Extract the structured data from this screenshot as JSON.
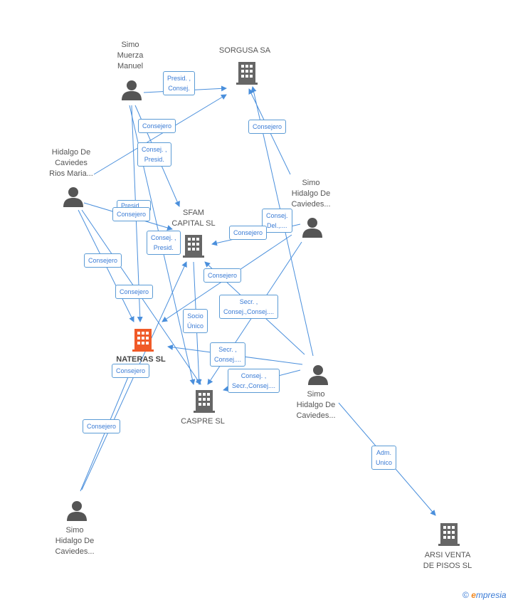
{
  "colors": {
    "edge": "#4a8fdc",
    "person_icon": "#555555",
    "company_icon": "#666666",
    "focus_company_icon": "#f05a28",
    "label_border": "#5b9bd5",
    "brand_accent": "#f08a24"
  },
  "nodes": {
    "sorgusa": {
      "label": "SORGUSA SA",
      "icon": "building-icon"
    },
    "simo_muerza": {
      "label_lines": [
        "Simo",
        "Muerza",
        "Manuel"
      ],
      "icon": "person-icon"
    },
    "hidalgo_rios": {
      "label_lines": [
        "Hidalgo De",
        "Caviedes",
        "Rios Maria..."
      ],
      "icon": "person-icon"
    },
    "sfam": {
      "label_lines": [
        "SFAM",
        "CAPITAL SL"
      ],
      "icon": "building-icon"
    },
    "simo_hidalgo_right": {
      "label_lines": [
        "Simo",
        "Hidalgo De",
        "Caviedes..."
      ],
      "icon": "person-icon"
    },
    "nateras": {
      "label": "NATERAS SL",
      "icon": "building-icon"
    },
    "caspre": {
      "label": "CASPRE SL",
      "icon": "building-icon"
    },
    "simo_hidalgo_mid": {
      "label_lines": [
        "Simo",
        "Hidalgo De",
        "Caviedes..."
      ],
      "icon": "person-icon"
    },
    "simo_hidalgo_bottom": {
      "label_lines": [
        "Simo",
        "Hidalgo De",
        "Caviedes..."
      ],
      "icon": "person-icon"
    },
    "arsi": {
      "label_lines": [
        "ARSI VENTA",
        "DE PISOS  SL"
      ],
      "icon": "building-icon"
    }
  },
  "edge_labels": {
    "e1": [
      "Presid. ,",
      "Consej."
    ],
    "e2": [
      "Consejero"
    ],
    "e3": [
      "Consej. ,",
      "Presid."
    ],
    "e4": [
      "Consejero"
    ],
    "e5": [
      "Presid...."
    ],
    "e6": [
      "Consejero"
    ],
    "e7": [
      "Consej.",
      "Del.,...."
    ],
    "e8": [
      "Consejero"
    ],
    "e9": [
      "Consej. ,",
      "Presid."
    ],
    "e10": [
      "Consejero"
    ],
    "e11": [
      "Consejero"
    ],
    "e12": [
      "Secr. ,",
      "Consej.,Consej...."
    ],
    "e13": [
      "Socio",
      "Único"
    ],
    "e14": [
      "Secr. ,",
      "Consej...."
    ],
    "e15": [
      "Consejero"
    ],
    "e16": [
      "Consej. ,",
      "Secr.,Consej...."
    ],
    "e17": [
      "Consejero"
    ],
    "e18": [
      "Adm.",
      "Unico"
    ]
  },
  "brand": {
    "copyright": "©",
    "initial": "e",
    "name": "mpresia"
  }
}
